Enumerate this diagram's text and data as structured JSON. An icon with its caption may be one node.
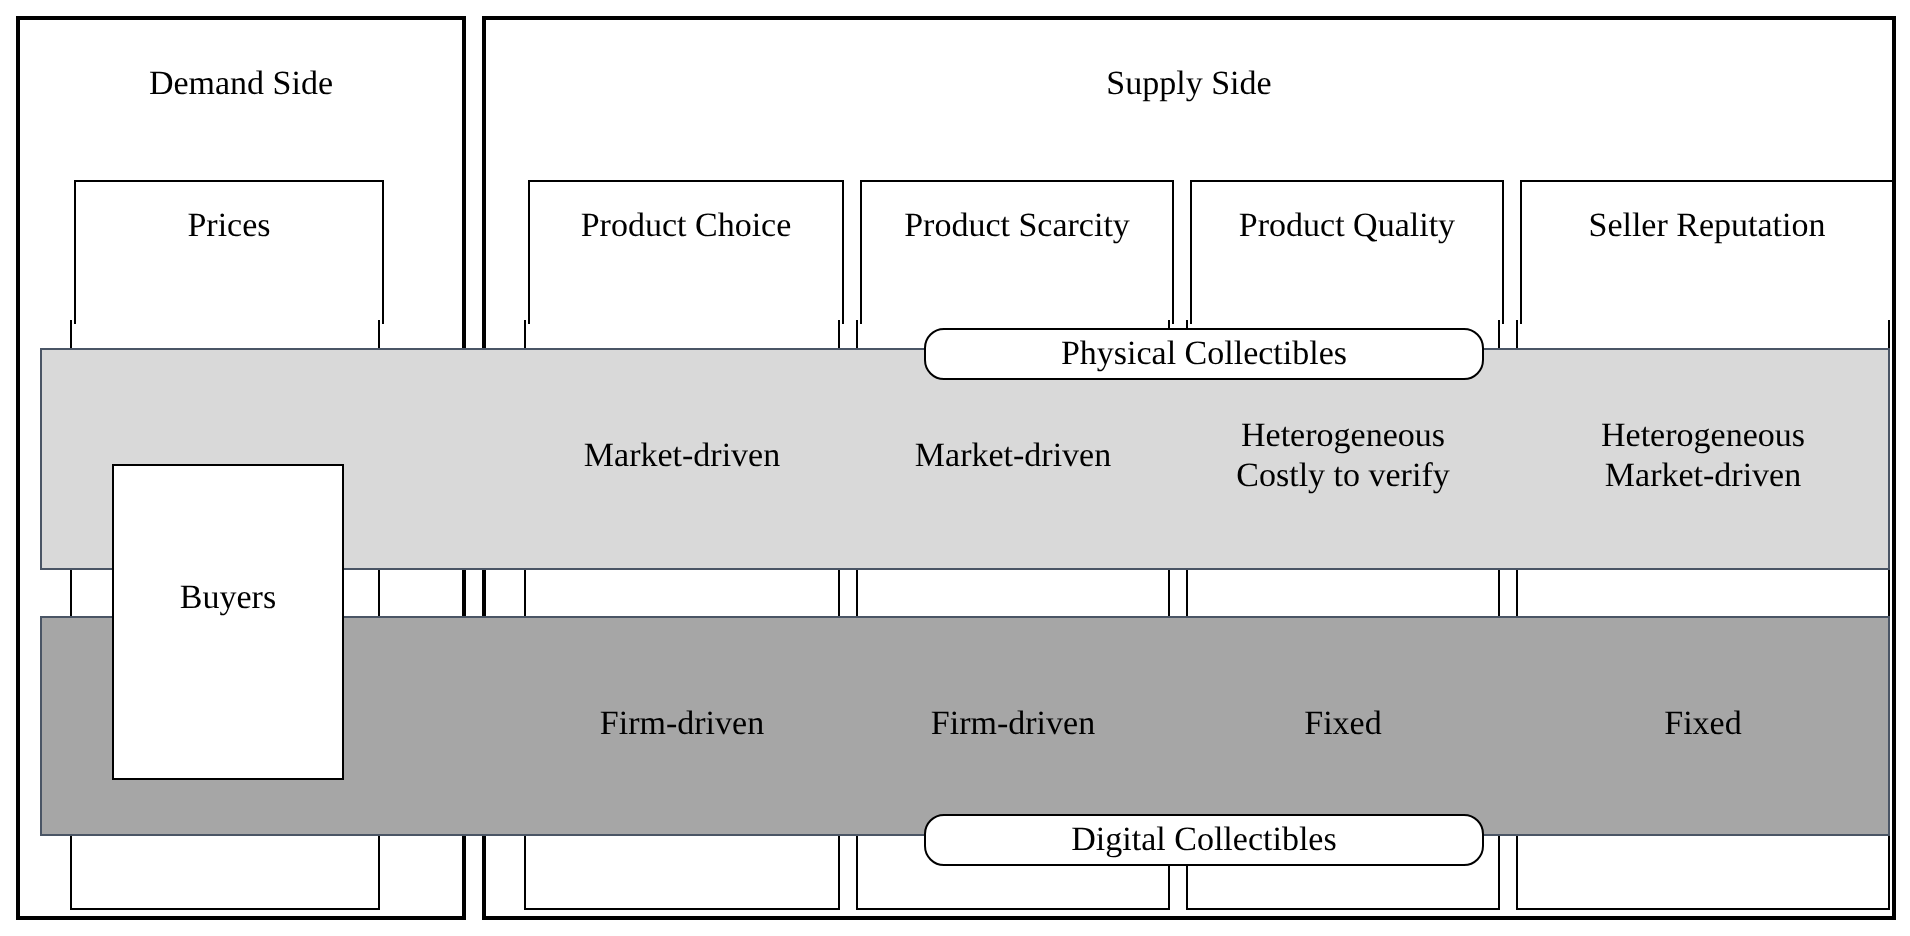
{
  "diagram": {
    "nodes": [
      {
        "text": [
          "Demand Side"
        ]
      },
      {
        "text": [
          "Prices"
        ],
        "in": 0
      },
      {
        "text": [
          "Supply Side"
        ]
      },
      {
        "text": [
          "Product Choice"
        ],
        "in": 2
      },
      {
        "text": [
          "Product Scarcity"
        ],
        "in": 2
      },
      {
        "text": [
          "Product Quality"
        ],
        "in": 2
      },
      {
        "text": [
          "Seller Reputation"
        ],
        "in": 2
      },
      {
        "text": [],
        "shape": "band"
      },
      {
        "text": [
          "Physical Collectibles"
        ],
        "in": 2
      },
      {
        "text": [],
        "shape": "band"
      },
      {
        "text": [
          "Digital Collectibles"
        ],
        "in": 2
      },
      {
        "text": [
          "Buyers"
        ],
        "in": 0
      }
    ],
    "edges": [],
    "labels": [
      "Market-driven",
      "Market-driven",
      "Heterogeneous Costly to verify",
      "Heterogeneous Market-driven",
      "Firm-driven",
      "Firm-driven",
      "Fixed",
      "Fixed"
    ]
  }
}
